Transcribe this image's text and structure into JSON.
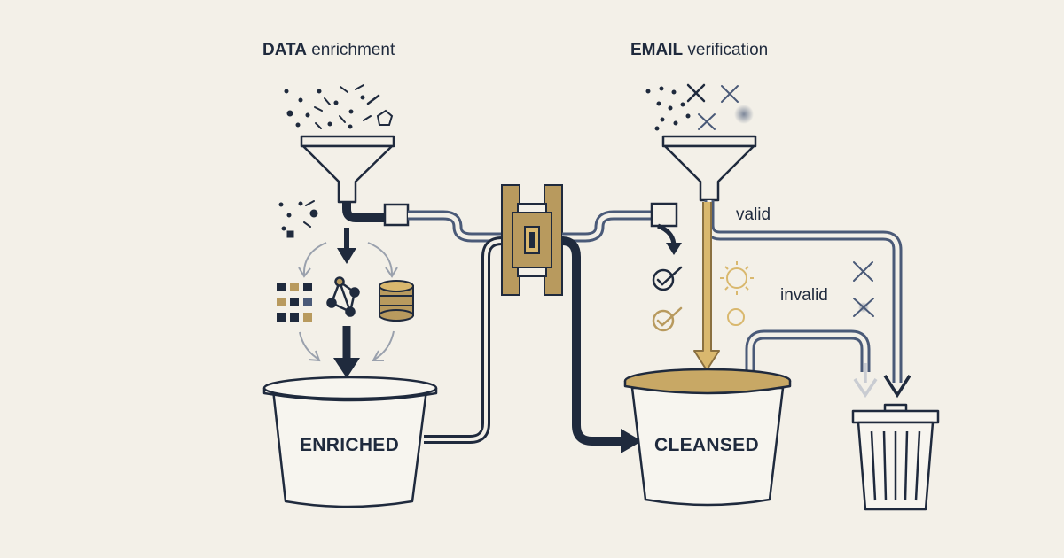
{
  "diagram": {
    "left": {
      "title_bold": "DATA",
      "title_rest": " enrichment",
      "bucket_label": "ENRICHED"
    },
    "right": {
      "title_bold": "EMAIL",
      "title_rest": " verification",
      "bucket_label": "CLEANSED",
      "valid_label": "valid",
      "invalid_label": "invalid"
    },
    "colors": {
      "background": "#f3f0e8",
      "ink": "#1f2a3d",
      "pipe": "#4a5a78",
      "gold": "#b89a5e",
      "gold_light": "#d9b86e",
      "gray": "#9aa1ad"
    }
  }
}
